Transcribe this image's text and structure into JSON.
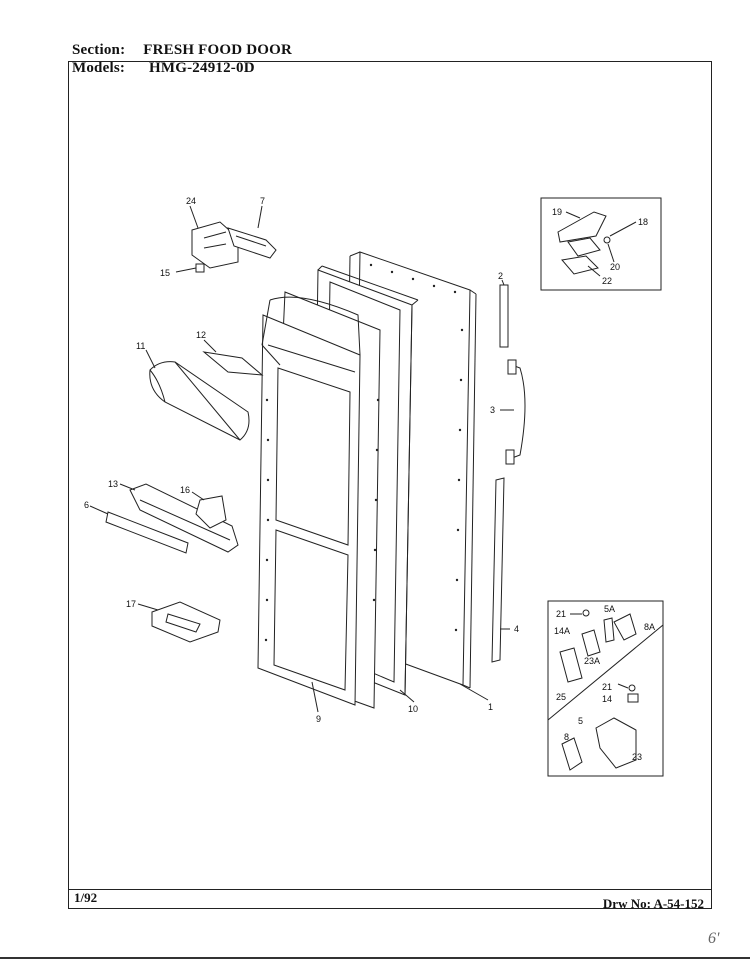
{
  "header": {
    "section_label": "Section:",
    "section_value": "FRESH FOOD DOOR",
    "models_label": "Models:",
    "models_value": "HMG-24912-0D"
  },
  "footer": {
    "date": "1/92",
    "drawing_no": "Drw No: A-54-152"
  },
  "corner_mark": "6'",
  "callouts": {
    "c1": "1",
    "c2": "2",
    "c3": "3",
    "c4": "4",
    "c5": "5",
    "c5a": "5A",
    "c6": "6",
    "c7": "7",
    "c8": "8",
    "c8a": "8A",
    "c9": "9",
    "c10": "10",
    "c11": "11",
    "c12": "12",
    "c13": "13",
    "c14": "14",
    "c14a": "14A",
    "c15": "15",
    "c16": "16",
    "c17": "17",
    "c18": "18",
    "c19": "19",
    "c20": "20",
    "c21a": "21",
    "c21b": "21",
    "c22": "22",
    "c23": "23",
    "c23a": "23A",
    "c24": "24",
    "c25": "25"
  }
}
